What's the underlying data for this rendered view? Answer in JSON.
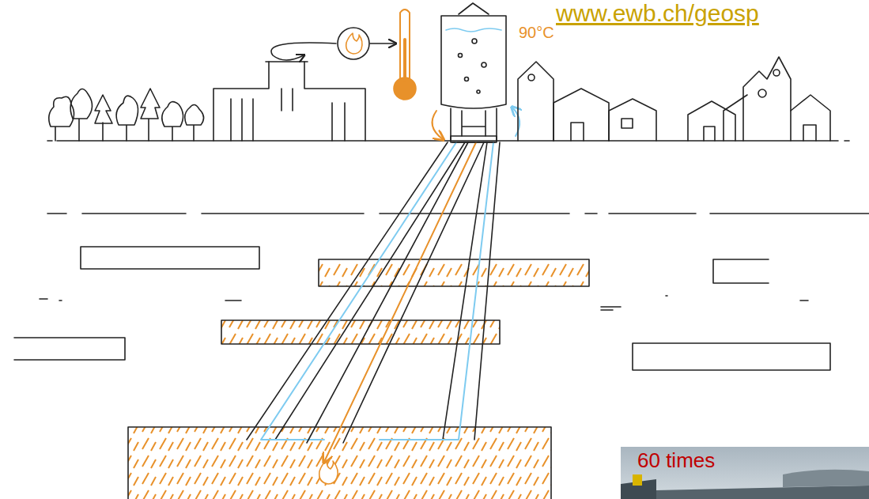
{
  "diagram": {
    "labels": [
      "www.ewb.ch/geosp",
      "90°C",
      "60 times"
    ]
  }
}
